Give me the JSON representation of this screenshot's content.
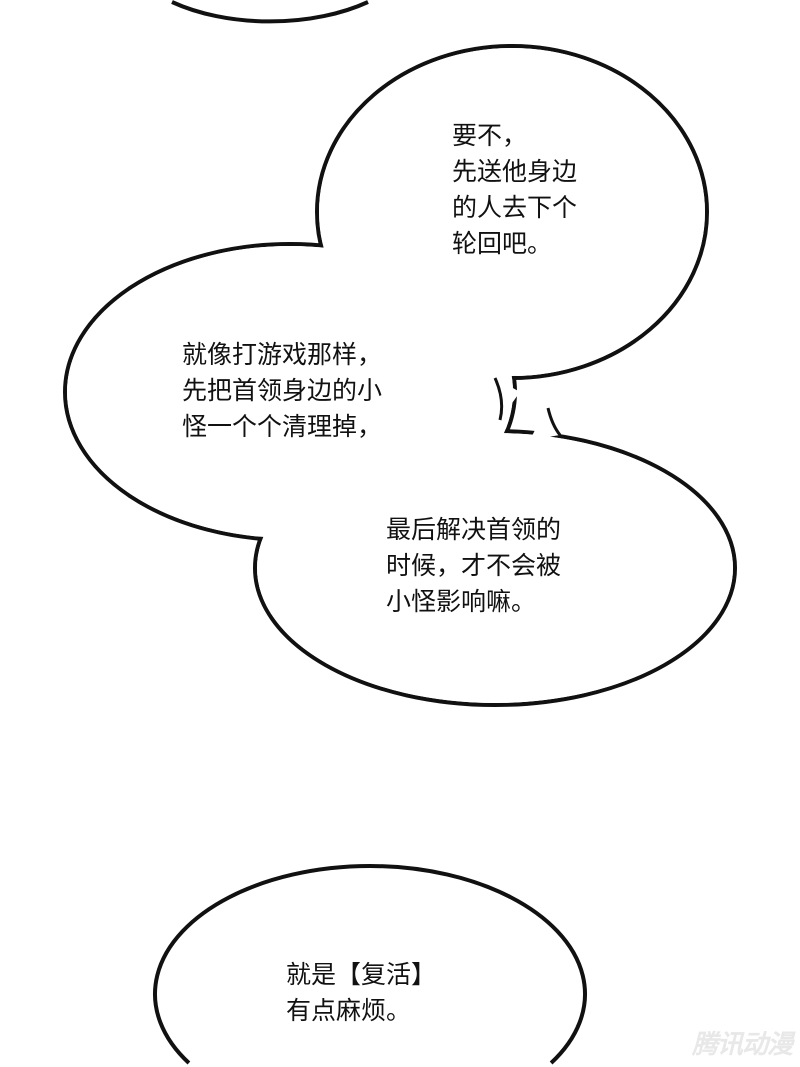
{
  "bubbles": [
    {
      "lines": [
        "要不，",
        "先送他身边",
        "的人去下个",
        "轮回吧。"
      ]
    },
    {
      "lines": [
        "就像打游戏那样，",
        "先把首领身边的小",
        "怪一个个清理掉，"
      ]
    },
    {
      "lines": [
        "最后解决首领的",
        "时候，才不会被",
        "小怪影响嘛。"
      ]
    },
    {
      "lines": [
        "就是【复活】",
        "有点麻烦。"
      ]
    }
  ],
  "watermark": "腾讯动漫"
}
